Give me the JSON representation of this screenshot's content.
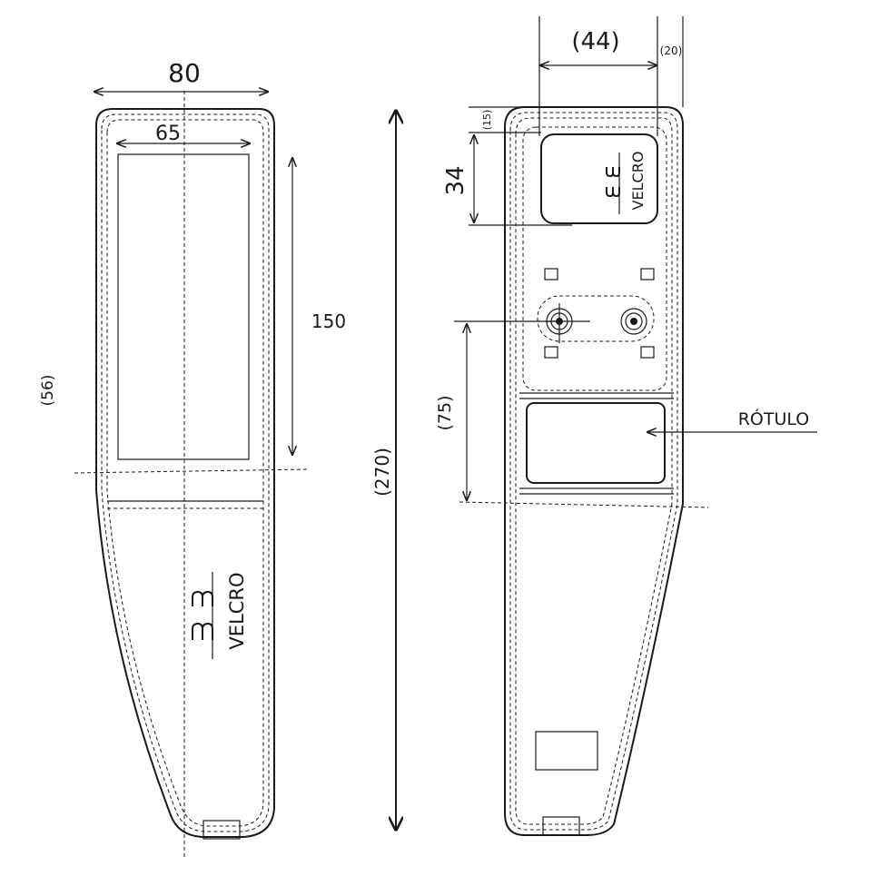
{
  "front_view": {
    "width_dim": "80",
    "inner_width_dim": "65",
    "window_height_dim": "150",
    "lower_dim": "(56)",
    "velcro_label": "VELCRO"
  },
  "total_height_dim": "(270)",
  "back_view": {
    "width_dim": "(44)",
    "side_dim": "(20)",
    "top_offset_dim": "(15)",
    "velcro_height_dim": "34",
    "velcro_label": "VELCRO",
    "mount_dim": "(75)",
    "label_callout": "RÓTULO"
  }
}
